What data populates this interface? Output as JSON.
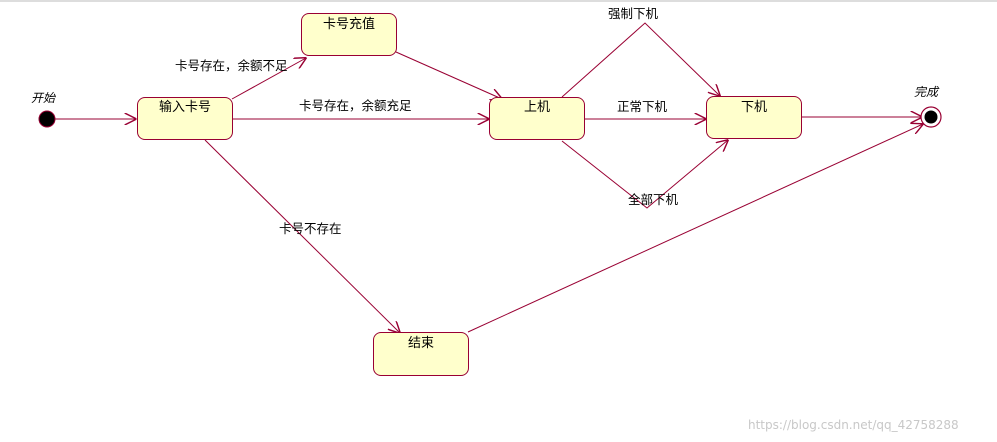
{
  "diagram": {
    "start_label": "开始",
    "end_label": "完成",
    "states": {
      "input": "输入卡号",
      "recharge": "卡号充值",
      "online": "上机",
      "offline": "下机",
      "finish": "结束"
    },
    "transitions": {
      "exists_insufficient": "卡号存在，余额不足",
      "exists_sufficient": "卡号存在，余额充足",
      "not_exist": "卡号不存在",
      "forced_offline": "强制下机",
      "normal_offline": "正常下机",
      "all_offline": "全部下机"
    },
    "colors": {
      "line": "#990033",
      "state_fill": "#ffffcc"
    }
  },
  "watermark": "https://blog.csdn.net/qq_42758288"
}
